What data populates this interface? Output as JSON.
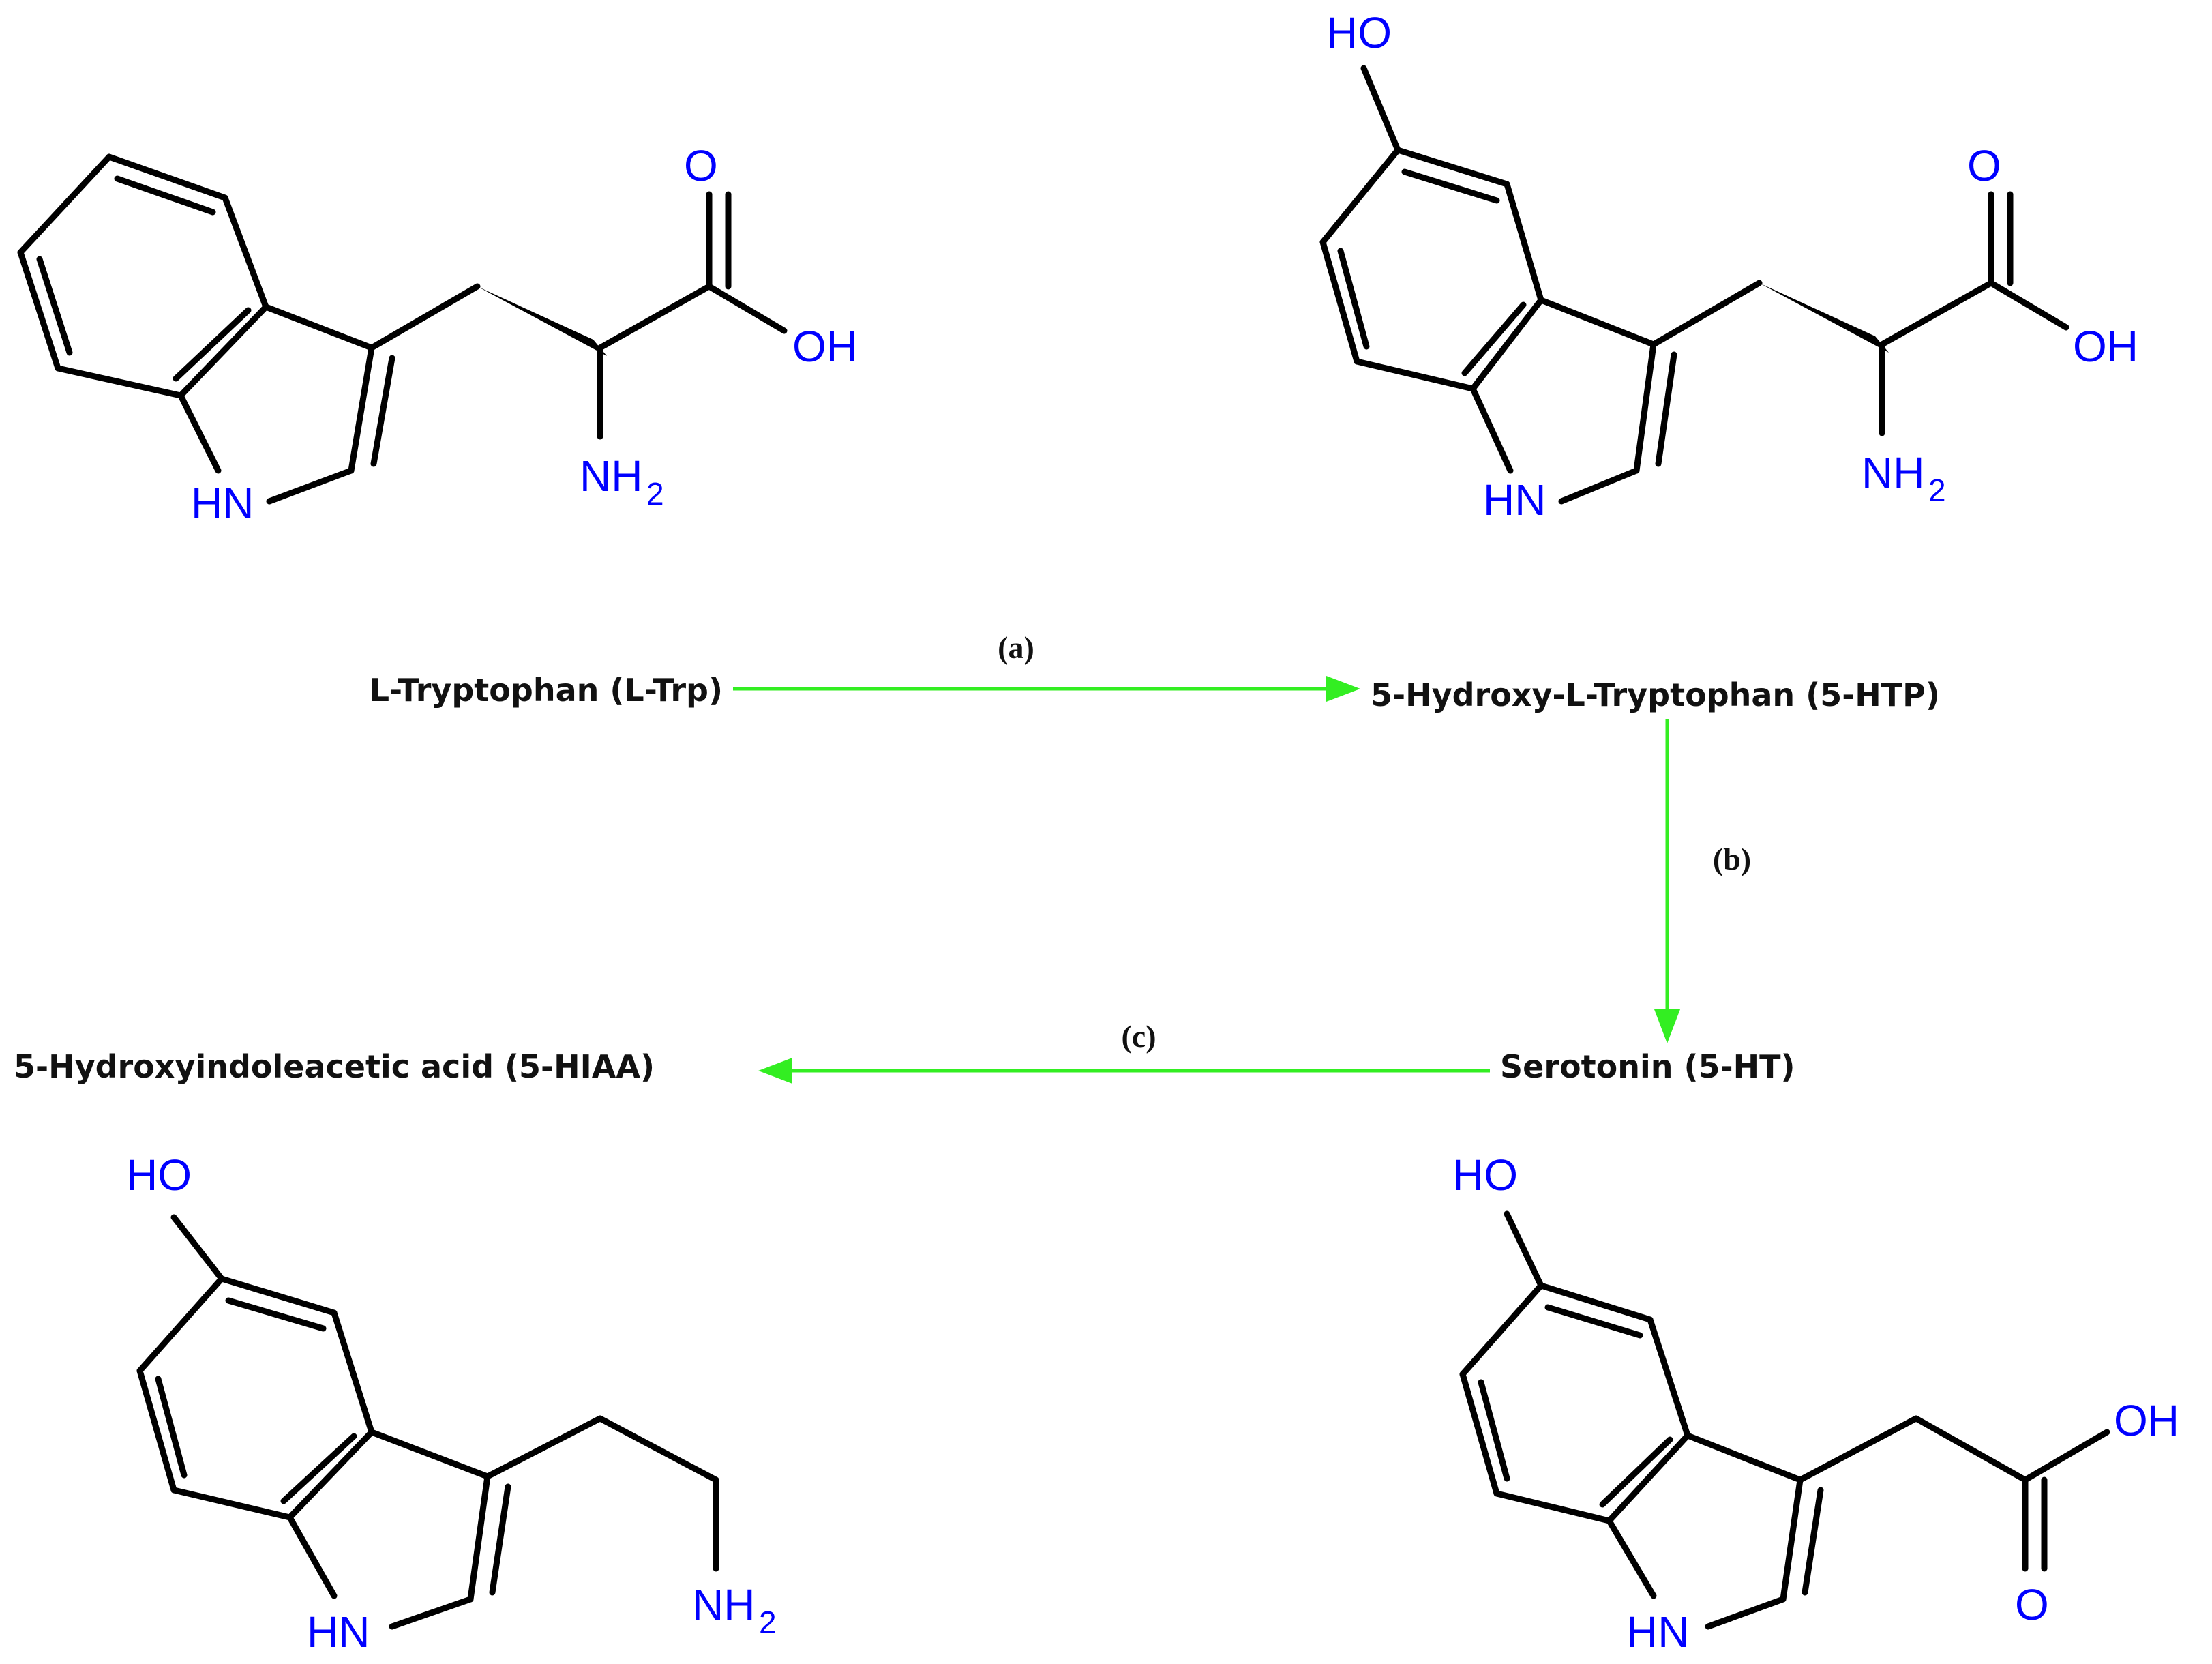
{
  "colors": {
    "atom_label": "#0000ff",
    "bond": "#000000",
    "arrow": "#33ee22",
    "text": "#111111"
  },
  "pathway": {
    "nodes": {
      "trp": "L-Tryptophan (L-Trp)",
      "htp": "5-Hydroxy-L-Tryptophan (5-HTP)",
      "ht": "Serotonin (5-HT)",
      "hiaa": "5-Hydroxyindoleacetic acid (5-HIAA)"
    },
    "steps": {
      "a": "(a)",
      "b": "(b)",
      "c": "(c)"
    }
  },
  "atoms": {
    "O": "O",
    "OH": "OH",
    "HO": "HO",
    "HN": "HN",
    "NH": "NH",
    "sub2": "2"
  }
}
